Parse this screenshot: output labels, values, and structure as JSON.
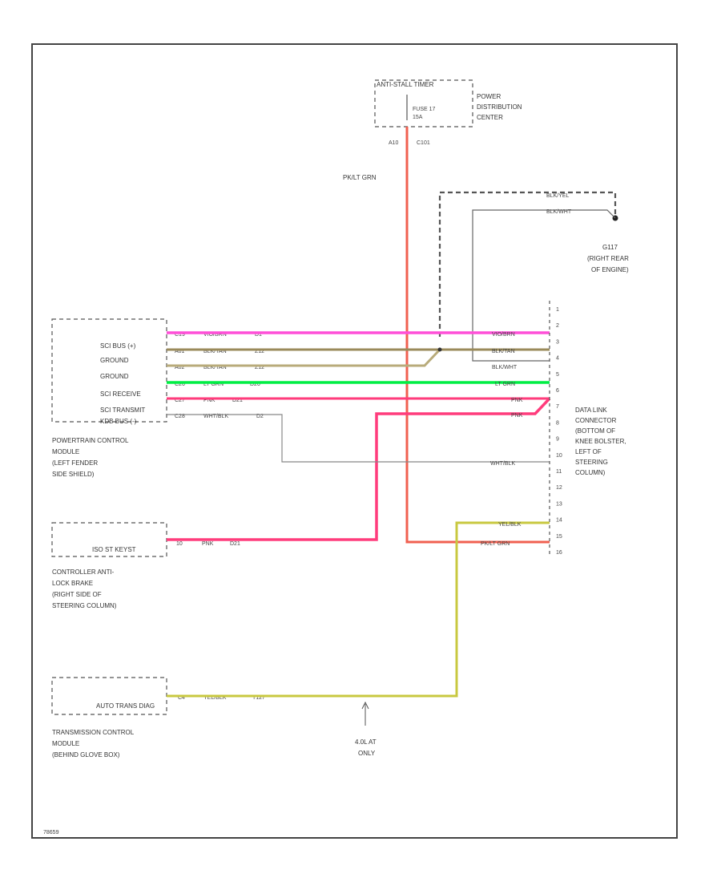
{
  "fuse_box": {
    "label": "ANTI-STALL TIMER",
    "fuse": "FUSE 17",
    "fuse_rating": "15A",
    "description": [
      "POWER",
      "DISTRIBUTION",
      "CENTER"
    ],
    "terminal_a": "A10",
    "terminal_b": "C101"
  },
  "power_wire_label": "PK/LT GRN",
  "ground_splice": {
    "top_label": "BLK/YEL",
    "wire_label": "BLK/WHT",
    "ground_id": "G117",
    "description": [
      "(RIGHT REAR",
      "OF ENGINE)"
    ]
  },
  "pcm": {
    "pins": [
      "SCI BUS (+)",
      "GROUND",
      "GROUND",
      "SCI RECEIVE",
      "SCI TRANSMIT",
      "KDB BUS (-)"
    ],
    "wires": [
      {
        "pin": "C19",
        "color": "VIO/BRN",
        "circuit": "D1"
      },
      {
        "pin": "A01",
        "color": "BLK/TAN",
        "circuit": "Z12"
      },
      {
        "pin": "A02",
        "color": "BLK/TAN",
        "circuit": "Z12"
      },
      {
        "pin": "C26",
        "color": "LT GRN",
        "circuit": "D20"
      },
      {
        "pin": "C27",
        "color": "PNK",
        "circuit": "D21"
      },
      {
        "pin": "C28",
        "color": "WHT/BLK",
        "circuit": "D2"
      }
    ],
    "description": [
      "POWERTRAIN CONTROL",
      "MODULE",
      "(LEFT FENDER",
      "SIDE SHIELD)"
    ]
  },
  "abs": {
    "pin_label": "ISO ST KEYST",
    "wire": {
      "pin": "10",
      "color": "PNK",
      "circuit": "D21"
    },
    "description": [
      "CONTROLLER ANTI-",
      "LOCK BRAKE",
      "(RIGHT SIDE OF",
      "STEERING COLUMN)"
    ]
  },
  "tcm": {
    "pin_label": "AUTO TRANS DIAG",
    "wire": {
      "pin": "C4",
      "color": "YEL/BLK",
      "circuit": "T127"
    },
    "description": [
      "TRANSMISSION CONTROL",
      "MODULE",
      "(BEHIND GLOVE BOX)"
    ]
  },
  "note": [
    "4.0L AT",
    "ONLY"
  ],
  "dlc": {
    "pins": [
      "1",
      "2",
      "3",
      "4",
      "5",
      "6",
      "7",
      "8",
      "9",
      "10",
      "11",
      "12",
      "13",
      "14",
      "15",
      "16"
    ],
    "wires": [
      "VIO/BRN",
      "BLK/TAN",
      "BLK/WHT",
      "LT GRN",
      "PNK",
      "PNK",
      "WHT/BLK",
      "YEL/BLK",
      "PK/LT GRN"
    ],
    "description": [
      "DATA LINK",
      "CONNECTOR",
      "(BOTTOM OF",
      "KNEE BOLSTER,",
      "LEFT OF",
      "STEERING",
      "COLUMN)"
    ]
  },
  "figure_id": "78659",
  "colors": {
    "pink_violet": "#ff4fd8",
    "tan": "#9a8a5a",
    "green": "#00ee44",
    "pink": "#ff3c7c",
    "red_power": "#f06050",
    "yellow": "#c8c840",
    "white_black": "#888888",
    "black": "#555555"
  }
}
